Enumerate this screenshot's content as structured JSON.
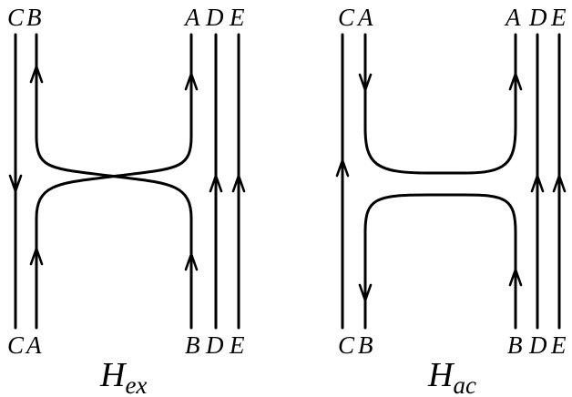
{
  "diagrams": [
    {
      "id": "ex",
      "caption_main": "H",
      "caption_sub": "ex",
      "top_labels": [
        "C",
        "B",
        "A",
        "D",
        "E"
      ],
      "bottom_labels": [
        "C",
        "A",
        "B",
        "D",
        "E"
      ]
    },
    {
      "id": "ac",
      "caption_main": "H",
      "caption_sub": "ac",
      "top_labels": [
        "C",
        "A",
        "A",
        "D",
        "E"
      ],
      "bottom_labels": [
        "C",
        "B",
        "B",
        "D",
        "E"
      ]
    }
  ]
}
